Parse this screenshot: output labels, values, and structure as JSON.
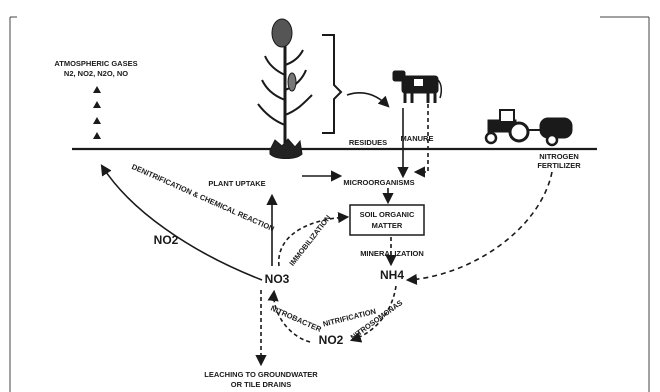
{
  "diagram": {
    "atmospheric_gases_title": "ATMOSPHERIC GASES",
    "atmospheric_gases_list": "N2, NO2, N2O, NO",
    "residues": "RESIDUES",
    "manure": "MANURE",
    "nitrogen_fertilizer_line1": "NITROGEN",
    "nitrogen_fertilizer_line2": "FERTILIZER",
    "plant_uptake": "PLANT UPTAKE",
    "microorganisms": "MICROORGANISMS",
    "soil_organic_matter_line1": "SOIL ORGANIC",
    "soil_organic_matter_line2": "MATTER",
    "mineralization": "MINERALIZATION",
    "denitrification": "DENITRIFICATION & CHEMICAL REACTION",
    "no2_left": "NO2",
    "no3": "NO3",
    "nh4": "NH4",
    "no2_bottom": "NO2",
    "immobilization": "IMMOBILIZATION",
    "nitrification": "NITRIFICATION",
    "nitrobacter": "NITROBACTER",
    "nitrosomonas": "NITROSOMONAS",
    "leaching_line1": "LEACHING TO GROUNDWATER",
    "leaching_line2": "OR TILE DRAINS"
  }
}
